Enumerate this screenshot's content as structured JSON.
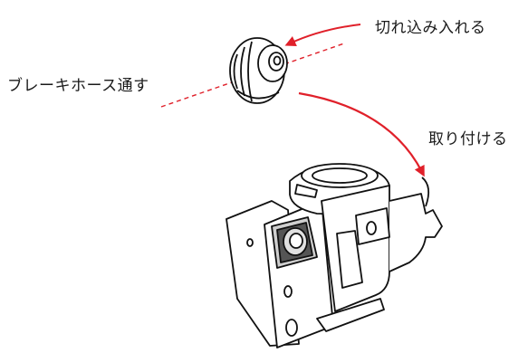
{
  "labels": {
    "insert_cut": "切れ込み入れる",
    "pass_brake_hose": "ブレーキホース通す",
    "attach": "取り付ける"
  },
  "colors": {
    "arrow": "#e0202a",
    "line": "#111111",
    "grommet_fill": "#ffffff",
    "pad_dark": "#555555",
    "pad_light": "#cfcfcf"
  },
  "icons": {
    "grommet": "rubber-grommet-icon",
    "bracket": "brake-bracket-icon"
  }
}
